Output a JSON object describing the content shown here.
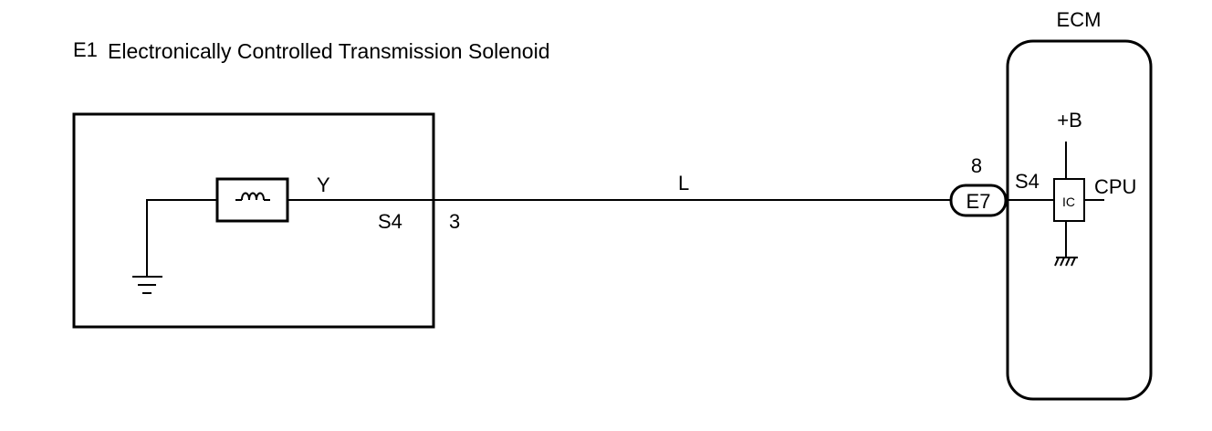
{
  "title": {
    "code": "E1",
    "name": "Electronically Controlled Transmission Solenoid"
  },
  "solenoid": {
    "wire_color": "Y",
    "terminal_name": "S4",
    "pin": "3",
    "coil_icon": "solenoid-coil-icon",
    "ground_icon": "ground-icon"
  },
  "harness": {
    "wire_color": "L"
  },
  "ecm": {
    "title": "ECM",
    "connector": "E7",
    "pin": "8",
    "terminal_name": "S4",
    "power": "+B",
    "ic_label": "IC",
    "cpu": "CPU",
    "ground_icon": "chassis-ground-icon"
  },
  "colors": {
    "line": "#000000",
    "background": "#ffffff"
  }
}
